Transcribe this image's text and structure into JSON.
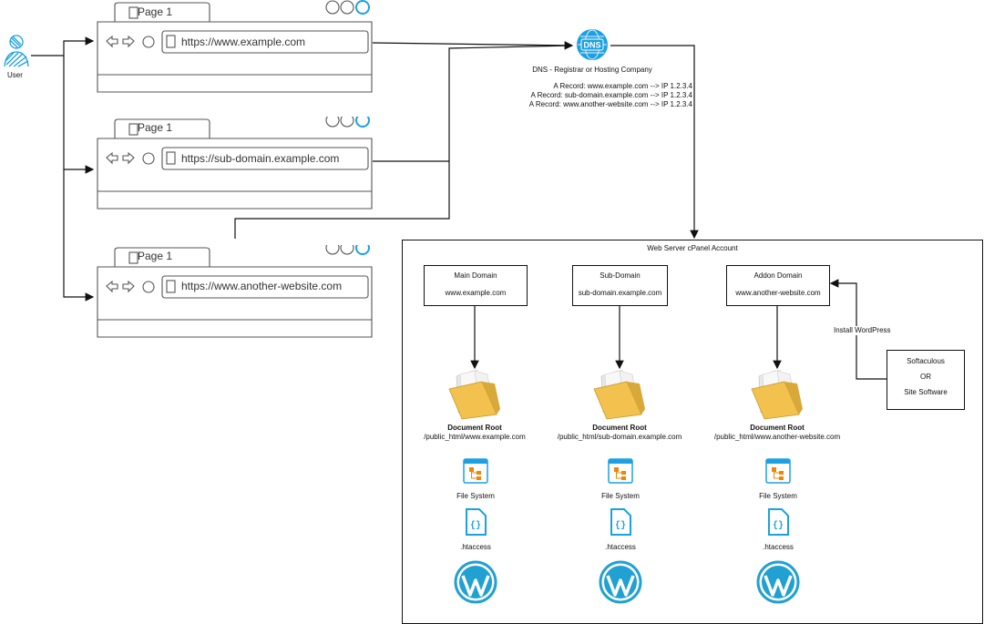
{
  "user": {
    "label": "User"
  },
  "browsers": [
    {
      "tab": "Page 1",
      "url": "https://www.example.com"
    },
    {
      "tab": "Page 1",
      "url": "https://sub-domain.example.com"
    },
    {
      "tab": "Page 1",
      "url": "https://www.another-website.com"
    }
  ],
  "dns": {
    "badge": "DNS",
    "title": "DNS - Registrar or Hosting Company",
    "records": [
      "A Record: www.example.com --> IP 1.2.3.4",
      "A Record: sub-domain.example.com --> IP 1.2.3.4",
      "A Record: www.another-website.com --> IP 1.2.3.4"
    ]
  },
  "server": {
    "title": "Web Server cPanel Account",
    "columns": [
      {
        "heading": "Main Domain",
        "domain": "www.example.com",
        "root_title": "Document Root",
        "root_path": "/public_html/www.example.com",
        "fs": "File System",
        "ht": ".htaccess"
      },
      {
        "heading": "Sub-Domain",
        "domain": "sub-domain.example.com",
        "root_title": "Document Root",
        "root_path": "/public_html/sub-domain.example.com",
        "fs": "File System",
        "ht": ".htaccess"
      },
      {
        "heading": "Addon Domain",
        "domain": "www.another-website.com",
        "root_title": "Document Root",
        "root_path": "/public_html/www.another-website.com",
        "fs": "File System",
        "ht": ".htaccess"
      }
    ],
    "install_label": "Install WordPress",
    "softaculous": {
      "line1": "Softaculous",
      "line2": "OR",
      "line3": "Site Software"
    }
  },
  "colors": {
    "accent": "#1ba1e2",
    "folder": "#f2c14e",
    "fs_orange": "#f08705"
  }
}
